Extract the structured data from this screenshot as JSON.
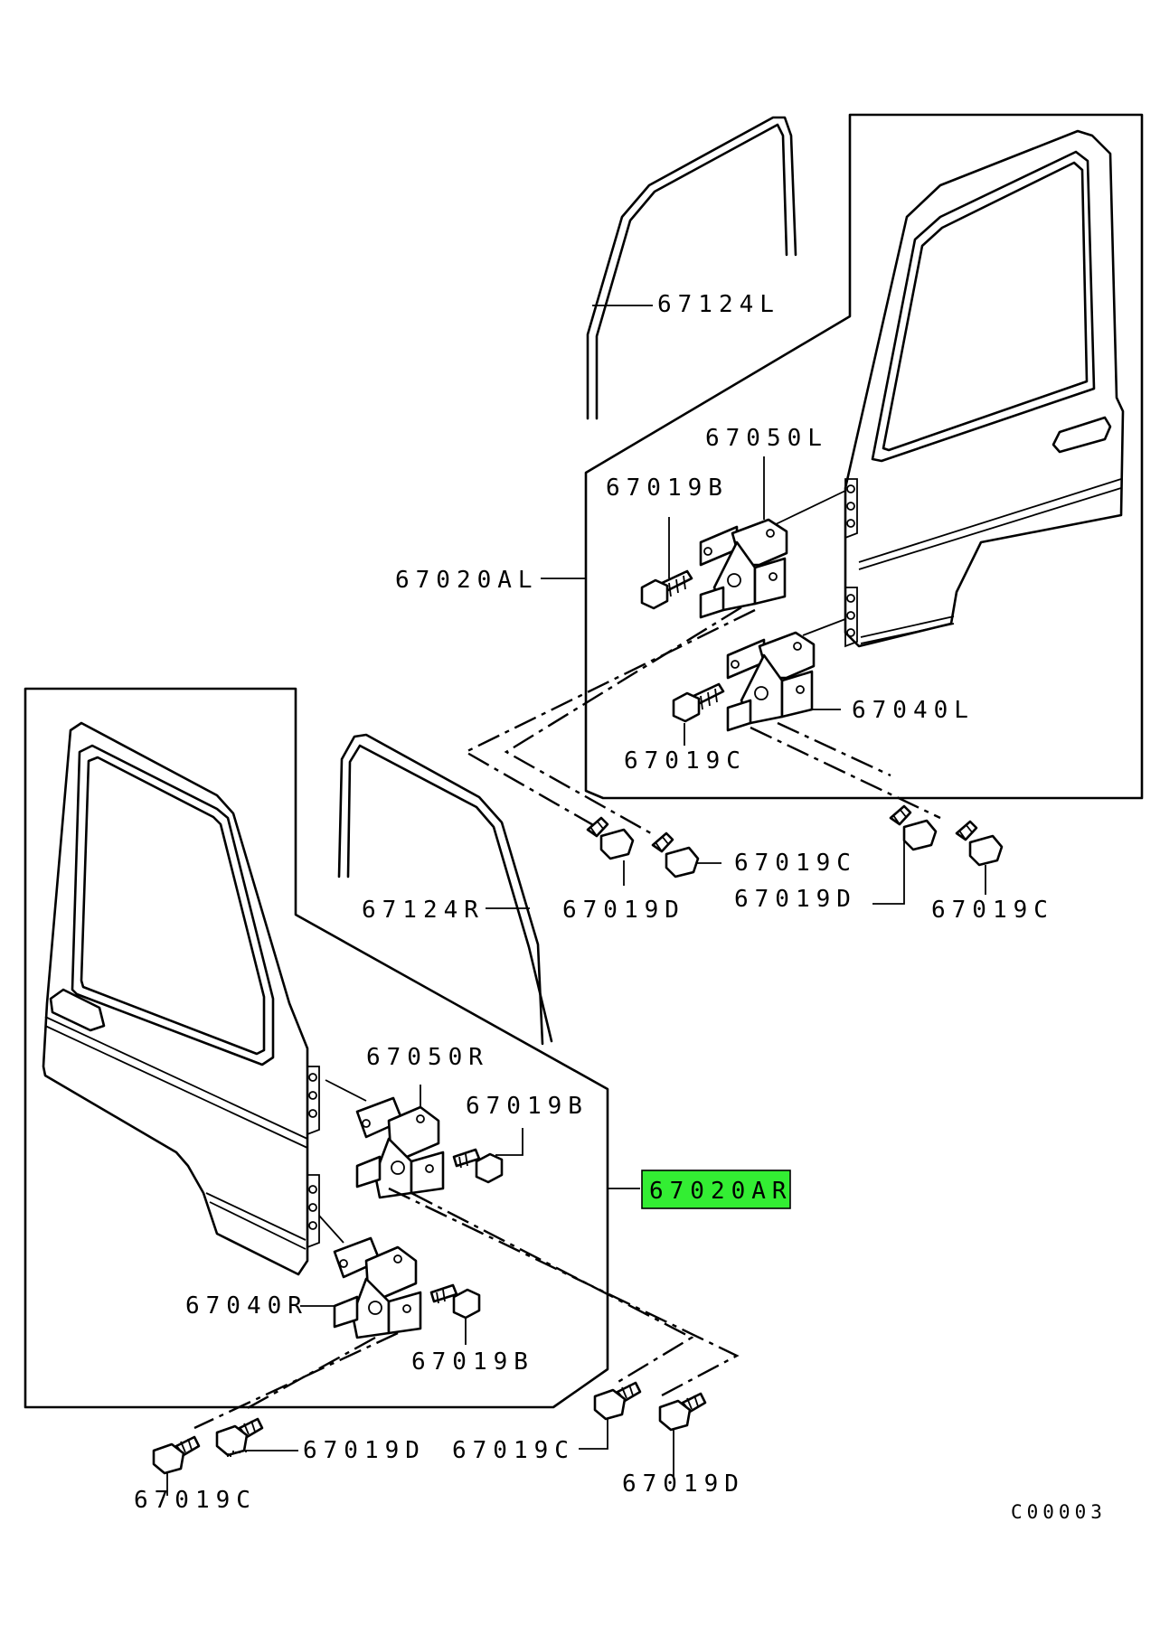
{
  "diagram": {
    "labels": {
      "weatherstrip_left": "67124L",
      "hinge_upper_left": "67050L",
      "bolt_b_left": "67019B",
      "door_panel_left": "67020AL",
      "hinge_lower_left": "67040L",
      "bolt_c_left_hinge": "67019C",
      "bolt_c_right_a": "67019C",
      "bolt_d_center_a": "67019D",
      "bolt_d_center_b": "67019D",
      "bolt_c_far_right": "67019C",
      "weatherstrip_right": "67124R",
      "hinge_upper_right": "67050R",
      "bolt_b_right_upper": "67019B",
      "door_panel_right": "67020AR",
      "hinge_lower_right": "67040R",
      "bolt_b_right_lower": "67019B",
      "bolt_d_bottom_a": "67019D",
      "bolt_c_bottom_b": "67019C",
      "bolt_c_bottom_left": "67019C",
      "bolt_d_bottom_right": "67019D"
    },
    "diagram_code": "C00003",
    "highlight_color": "#33ee33"
  }
}
